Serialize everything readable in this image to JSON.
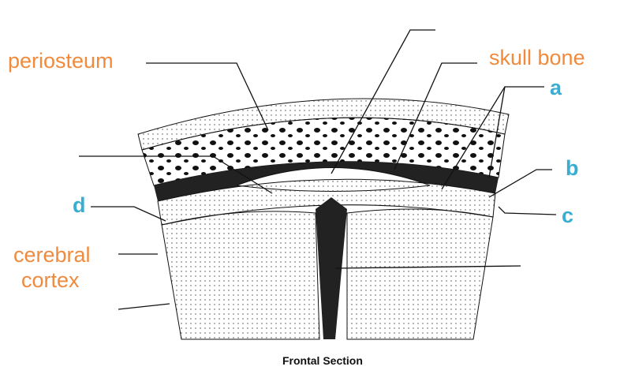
{
  "labels": {
    "periosteum": "periosteum",
    "skull_bone": "skull bone",
    "a": "a",
    "b": "b",
    "c": "c",
    "d": "d",
    "cerebral_cortex_1": "cerebral",
    "cerebral_cortex_2": "cortex"
  },
  "caption": "Frontal Section",
  "colors": {
    "orange": "#f08a3c",
    "cyan": "#3aaed0"
  }
}
